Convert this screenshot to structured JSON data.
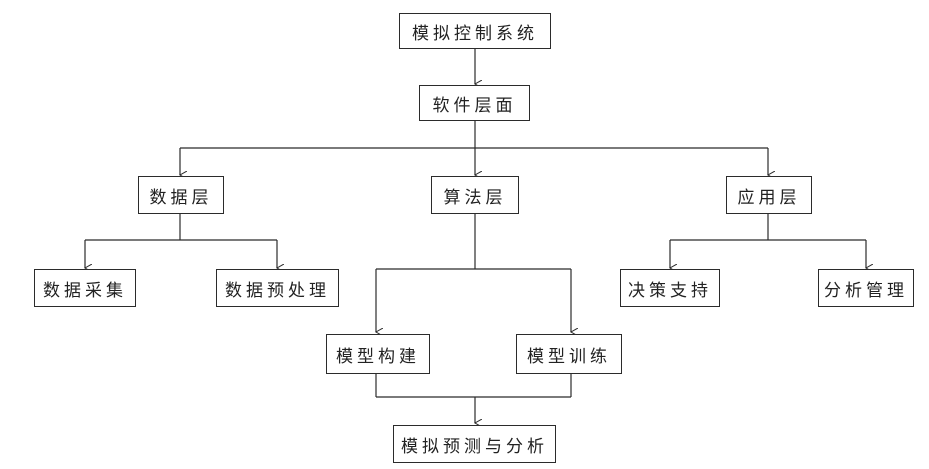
{
  "nodes": {
    "system": "模拟控制系统",
    "software": "软件层面",
    "data_layer": "数据层",
    "algo_layer": "算法层",
    "app_layer": "应用层",
    "data_collect": "数据采集",
    "data_preprocess": "数据预处理",
    "model_build": "模型构建",
    "model_train": "模型训练",
    "decision": "决策支持",
    "analysis_mgmt": "分析管理",
    "predict": "模拟预测与分析"
  }
}
